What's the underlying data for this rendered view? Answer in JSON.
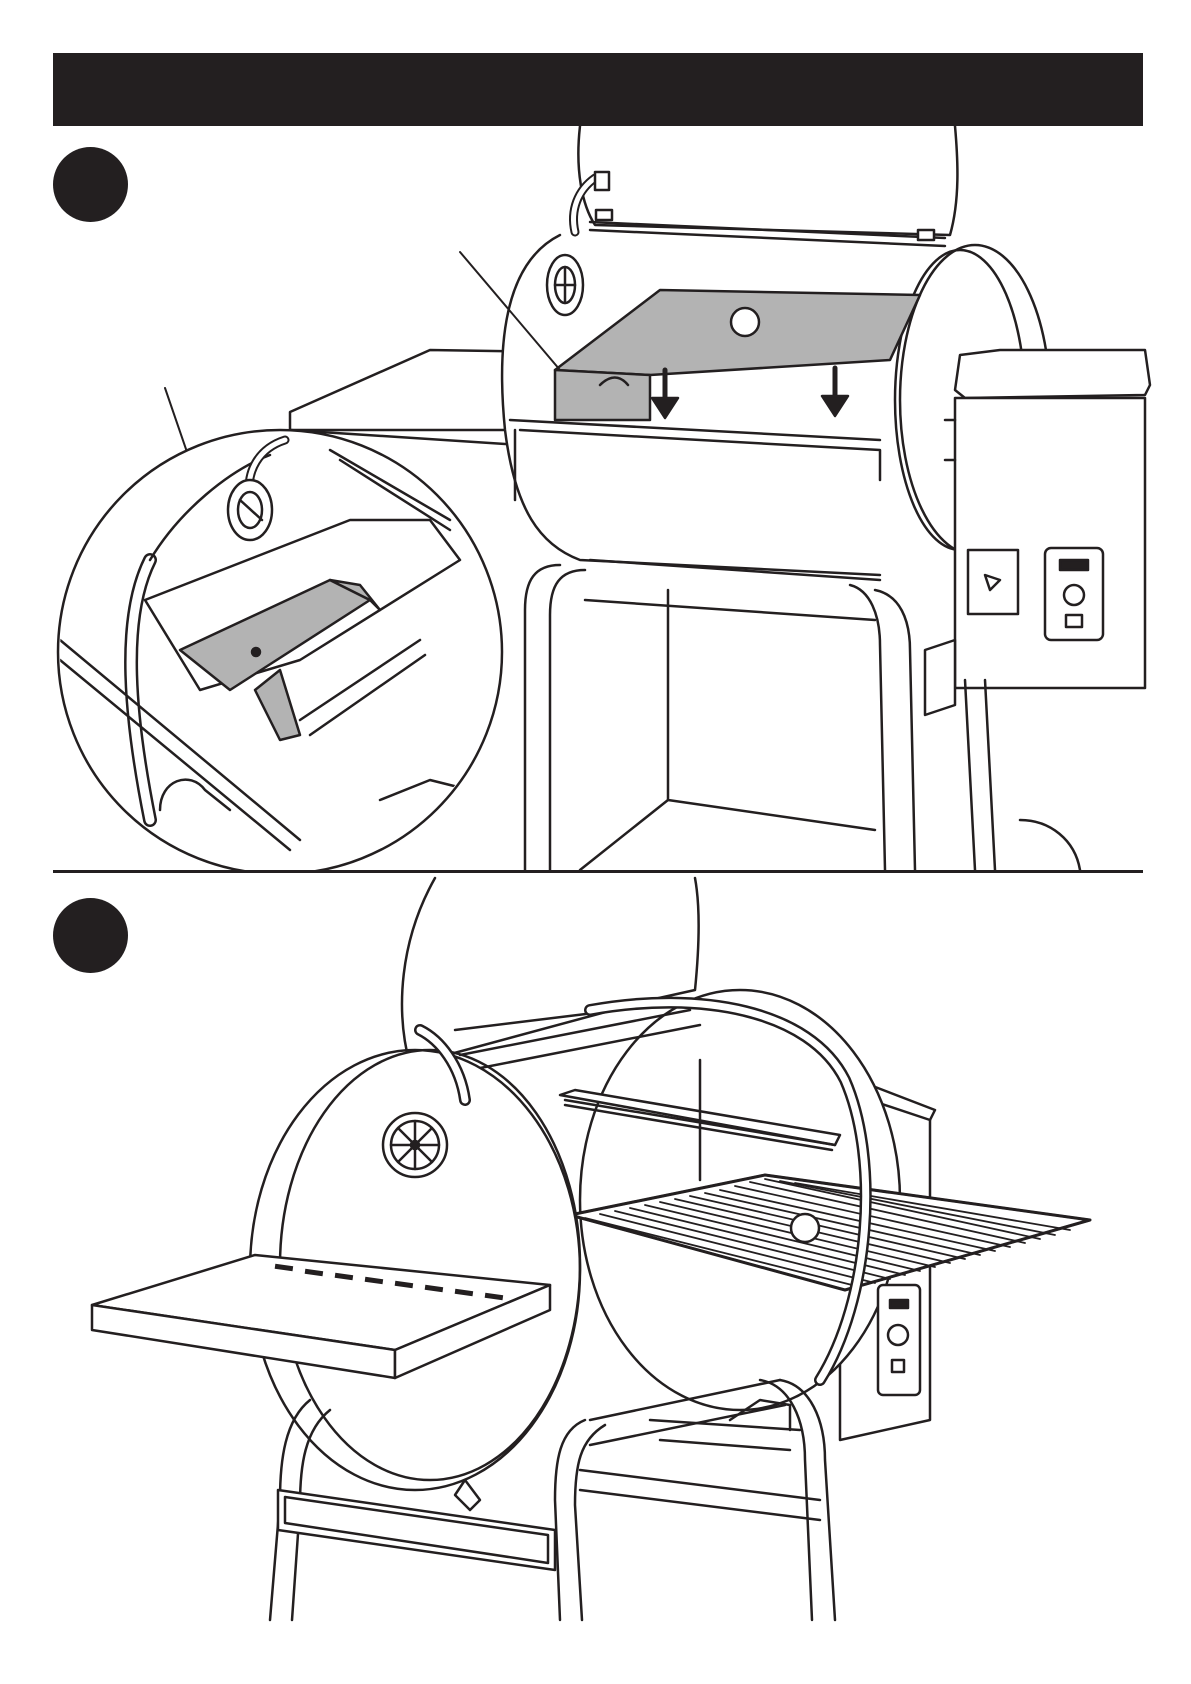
{
  "page": {
    "header_bar_color": "#231f20",
    "line_color": "#231f20",
    "highlight_color": "#b3b3b3"
  },
  "steps": [
    {
      "badge": "step-1-badge",
      "illustration": "heat-baffle-installation"
    },
    {
      "badge": "step-2-badge",
      "illustration": "cooking-grate-and-shelf-installation"
    }
  ]
}
